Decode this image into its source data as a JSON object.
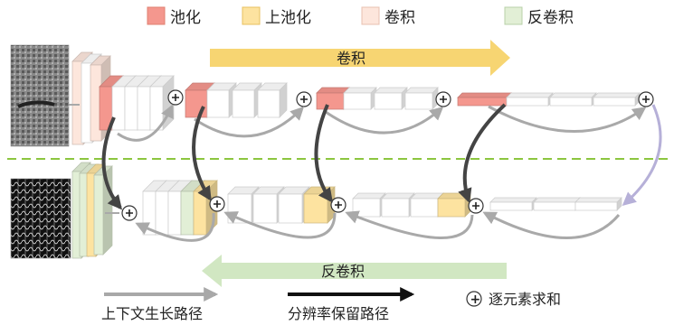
{
  "legend": {
    "pool": {
      "label": "池化",
      "color": "#f4978e"
    },
    "unpool": {
      "label": "上池化",
      "color": "#fde3a0"
    },
    "conv": {
      "label": "卷积",
      "color": "#fde6dc"
    },
    "deconv": {
      "label": "反卷积",
      "color": "#e2efd6"
    }
  },
  "arrows": {
    "top": {
      "label": "卷积",
      "color": "#f7d36a"
    },
    "bottom": {
      "label": "反卷积",
      "color": "#cfe6bf"
    }
  },
  "bottom_legend": {
    "context_path": {
      "label": "上下文生长路径",
      "color": "#a8a8a8"
    },
    "resolution_path": {
      "label": "分辨率保留路径",
      "color": "#111111"
    },
    "sum": {
      "symbol": "+",
      "label": "逐元素求和"
    }
  },
  "colors": {
    "divider": "#8cc63f",
    "skip_curve": "#a9a9a9",
    "resolution_arrow": "#444444",
    "final_curve": "#b6b0d8"
  },
  "icons": [
    "input-image",
    "output-segmentation-image",
    "plus-circle-icon"
  ]
}
